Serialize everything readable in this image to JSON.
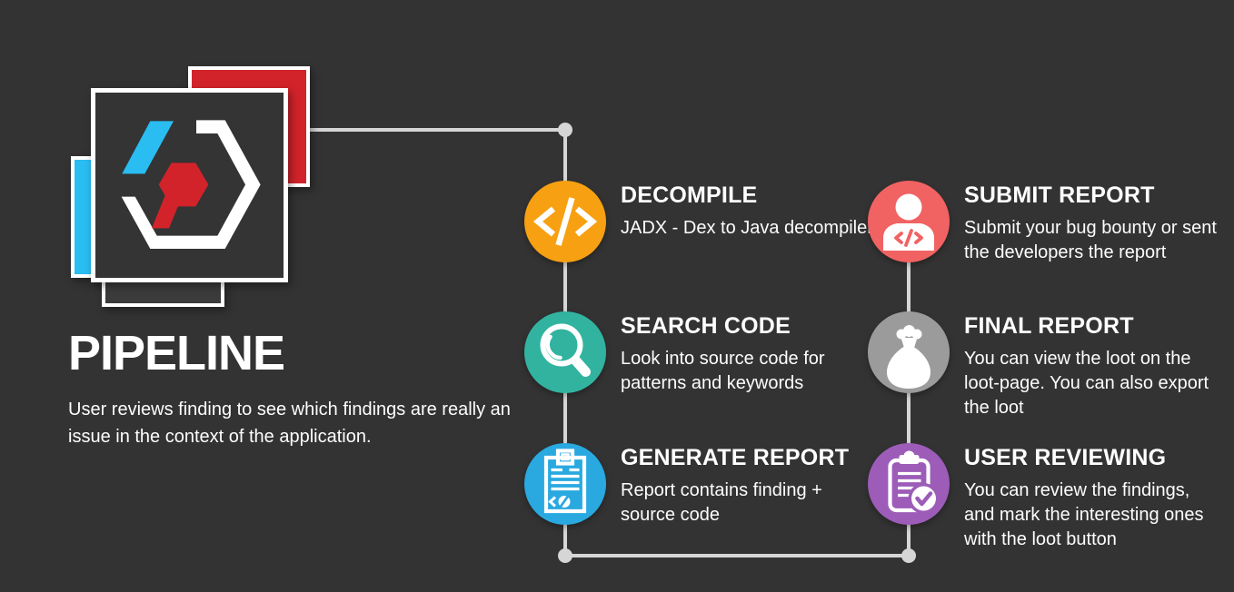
{
  "colors": {
    "background": "#333333",
    "connector": "#d6d6d6",
    "white": "#ffffff",
    "logo_red": "#d2232a",
    "logo_cyan": "#29bdf2",
    "logo_under_square": "#3b3b3b",
    "logo_front_square": "#343434"
  },
  "brand": {
    "title": "PIPELINE",
    "description": "User reviews finding to see which findings are really an\nissue in the context of the application."
  },
  "steps": [
    {
      "title": "DECOMPILE",
      "description": "JADX - Dex to Java decompiler",
      "color": "#f7a012",
      "icon": "code-icon"
    },
    {
      "title": "SEARCH CODE",
      "description": "Look into source code for\npatterns and keywords",
      "color": "#32b3a0",
      "icon": "search-icon"
    },
    {
      "title": "GENERATE REPORT",
      "description": "Report contains finding +\nsource code",
      "color": "#29a9e0",
      "icon": "report-icon"
    },
    {
      "title": "SUBMIT REPORT",
      "description": "Submit your bug bounty or sent\nthe developers the report",
      "color": "#f16263",
      "icon": "person-code-icon"
    },
    {
      "title": "FINAL REPORT",
      "description": "You can view the loot on the\nloot-page. You can also export\nthe loot",
      "color": "#9b9b9b",
      "icon": "money-bag-icon"
    },
    {
      "title": "USER REVIEWING",
      "description": "You can review the findings,\nand mark the interesting ones\nwith the loot button",
      "color": "#9c5cb8",
      "icon": "clipboard-check-icon"
    }
  ]
}
